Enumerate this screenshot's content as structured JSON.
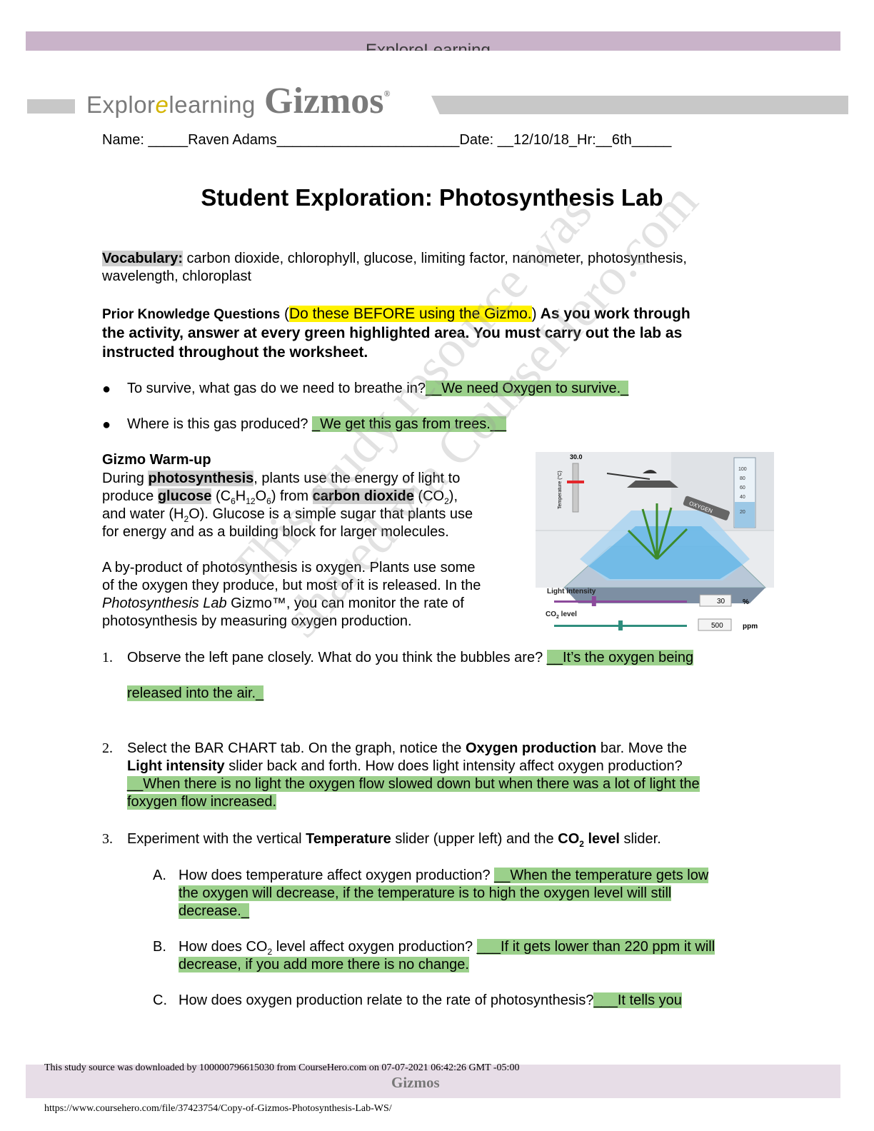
{
  "header": {
    "top_brand_partial": "ExploreLearning",
    "brand_explore": "Explor",
    "brand_swirl": "e",
    "brand_learning": "learning",
    "brand_gizmos": "Gizmos",
    "brand_reg": "®"
  },
  "student": {
    "name_line": "Name: _____Raven Adams_______________________Date: __12/10/18_Hr:__6th_____"
  },
  "title": "Student Exploration: Photosynthesis Lab",
  "vocabulary": {
    "label": "Vocabulary:",
    "line1": " carbon dioxide, chlorophyll, glucose, limiting factor, nanometer, photosynthesis,",
    "line2": "wavelength, chloroplast"
  },
  "prior_knowledge": {
    "label": "Prior Knowledge Questions",
    "paren_open": " (",
    "highlight": "Do these BEFORE using the Gizmo.",
    "paren_close": ")",
    "instr1": " As you work through",
    "instr2": "the activity, answer at every green highlighted area.  You must carry out the lab as",
    "instr3": "instructed throughout the worksheet.",
    "bullet_glyph": "●",
    "q1": "To survive, what gas do we need to breathe in?",
    "a1": "__We need Oxygen to survive._",
    "q2": "Where is this gas produced? ",
    "a2": "_We get this gas from trees.__"
  },
  "warmup": {
    "heading": "Gizmo Warm-up",
    "p1_l1_a": "During ",
    "p1_l1_b": "photosynthesis",
    "p1_l1_c": ", plants use the energy of light to",
    "p1_l2_a": "produce ",
    "p1_l2_b": "glucose",
    "p1_l2_c": " (C",
    "p1_l2_s1": "6",
    "p1_l2_d": "H",
    "p1_l2_s2": "12",
    "p1_l2_e": "O",
    "p1_l2_s3": "6",
    "p1_l2_f": ") from ",
    "p1_l2_g": "carbon dioxide",
    "p1_l2_h": " (CO",
    "p1_l2_s4": "2",
    "p1_l2_i": "),",
    "p1_l3_a": "and water (H",
    "p1_l3_s": "2",
    "p1_l3_b": "O). Glucose is a simple sugar that plants use",
    "p1_l4": "for energy and as a building block for larger molecules.",
    "p2_l1": "A by-product of photosynthesis is oxygen. Plants use some",
    "p2_l2": "of the oxygen they produce, but most of it is released. In the",
    "p2_l3_a": "Photosynthesis Lab",
    "p2_l3_b": " Gizmo™, you can monitor the rate of",
    "p2_l4": "photosynthesis by measuring oxygen production."
  },
  "gizmo_figure": {
    "temp_value": "30.0",
    "temp_axis": "Temperature (°C)",
    "cylinder_ticks": [
      "100",
      "80",
      "60",
      "40",
      "20"
    ],
    "sensor_label": "OXYGEN",
    "light_label": "Light intensity",
    "light_value": "30",
    "light_unit": "%",
    "co2_label_a": "CO",
    "co2_label_sub": "2",
    "co2_label_b": " level",
    "co2_value": "500",
    "co2_unit": "ppm",
    "light_fraction": 0.3,
    "co2_fraction": 0.5
  },
  "questions": {
    "q1_num": "1.",
    "q1_text": "Observe the left pane closely. What do you think the bubbles are? ",
    "q1_ans_a": "__It’s the oxygen being ",
    "q1_ans_b": "released into the air._",
    "q2_num": "2.",
    "q2_l1_a": "Select the BAR CHART tab. On the graph, notice the ",
    "q2_l1_b": "Oxygen production",
    "q2_l1_c": " bar. Move the",
    "q2_l2_a": "Light intensity",
    "q2_l2_b": " slider back and forth. How does light intensity affect oxygen production?",
    "q2_ans_a": "__When there is no light the oxygen flow slowed down but when there was a lot of light the ",
    "q2_ans_b": "foxygen flow increased.",
    "q3_num": "3.",
    "q3_a": "Experiment with the vertical ",
    "q3_b": "Temperature",
    "q3_c": " slider (upper left) and the ",
    "q3_d": "CO",
    "q3_d_sub": "2",
    "q3_e": " level",
    "q3_f": " slider.",
    "A_label": "A.",
    "A_q": "How does temperature affect oxygen production? ",
    "A_ans1": "__When the temperature gets low ",
    "A_ans2": "the oxygen will decrease, if the temperature is to high the oxygen level will still ",
    "A_ans3": "decrease._",
    "B_label": "B.",
    "B_q_a": "How does CO",
    "B_q_sub": "2",
    "B_q_b": " level affect oxygen production? ",
    "B_ans1": "___If it gets lower than 220 ppm it will",
    "B_ans2": "decrease, if you add more there is no change.",
    "C_label": "C.",
    "C_q": " How does oxygen production relate to the rate of photosynthesis?",
    "C_ans": "___It tells you "
  },
  "watermark": {
    "line1": "This study resource was",
    "line2": "shared via CourseHero.com"
  },
  "footer": {
    "download_note": "This study source was downloaded by 100000796615030 from CourseHero.com on 07-07-2021 06:42:26 GMT -05:00",
    "logo": "Gizmos",
    "url": "https://www.coursehero.com/file/37423754/Copy-of-Gizmos-Photosynthesis-Lab-WS/"
  }
}
